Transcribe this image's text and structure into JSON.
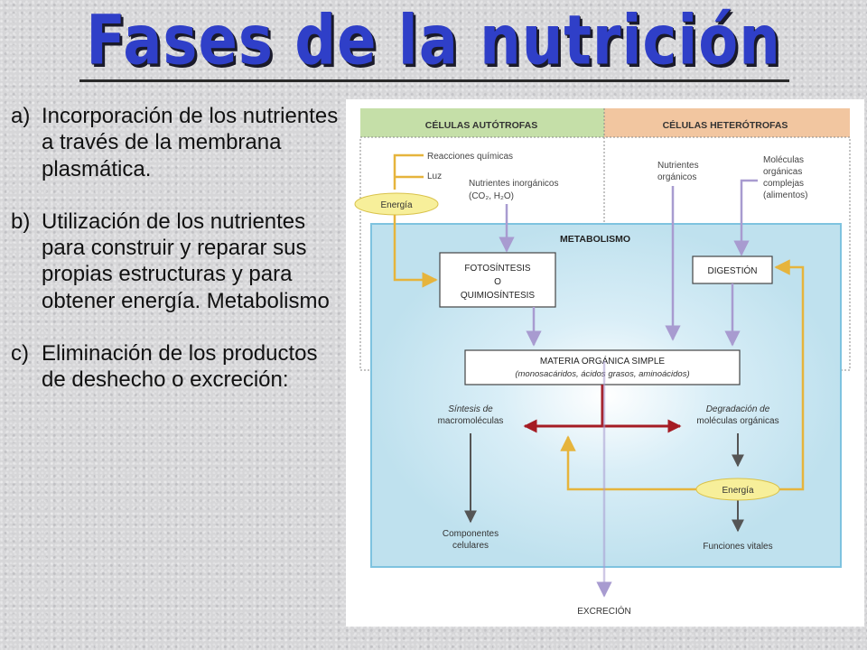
{
  "title": "Fases de la nutrición",
  "items": [
    {
      "letter": "a)",
      "text": "Incorporación de los nutrientes a través de la membrana plasmática."
    },
    {
      "letter": "b)",
      "text": "Utilización de los nutrientes para construir y reparar sus propias estructuras y para obtener energía. Metabolismo"
    },
    {
      "letter": "c)",
      "text": "Eliminación de los productos de deshecho o excreción:"
    }
  ],
  "diagram": {
    "autotrofas": "CÉLULAS AUTÓTROFAS",
    "heterotrofas": "CÉLULAS HETERÓTROFAS",
    "reacciones": "Reacciones químicas",
    "luz": "Luz",
    "energia_top": "Energía",
    "nutrientes_inorg_1": "Nutrientes inorgánicos",
    "nutrientes_inorg_2": "(CO₂, H₂O)",
    "nutrientes_org_1": "Nutrientes",
    "nutrientes_org_2": "orgánicos",
    "moleculas_1": "Moléculas",
    "moleculas_2": "orgánicas",
    "moleculas_3": "complejas",
    "moleculas_4": "(alimentos)",
    "metabolismo": "METABOLISMO",
    "fotosintesis_1": "FOTOSÍNTESIS",
    "fotosintesis_2": "O",
    "fotosintesis_3": "QUIMIOSÍNTESIS",
    "digestion": "DIGESTIÓN",
    "materia_1": "MATERIA ORGÁNICA SIMPLE",
    "materia_2": "(monosacáridos, ácidos grasos, aminoácidos)",
    "sintesis_1": "Síntesis de",
    "sintesis_2": "macromoléculas",
    "degradacion_1": "Degradación de",
    "degradacion_2": "moléculas orgánicas",
    "energia_bottom": "Energía",
    "componentes_1": "Componentes",
    "componentes_2": "celulares",
    "funciones": "Funciones vitales",
    "excrecion": "EXCRECIÓN"
  },
  "colors": {
    "title": "#2f3fc8",
    "autotrofas_header": "#c5dfa8",
    "heterotrofas_header": "#f2c6a0",
    "metabolismo_border": "#7ec3df",
    "energy_arrow": "#e6b43c",
    "nutrient_arrow": "#a89bd0",
    "red_arrow": "#a51c24",
    "gray_arrow": "#555555"
  }
}
